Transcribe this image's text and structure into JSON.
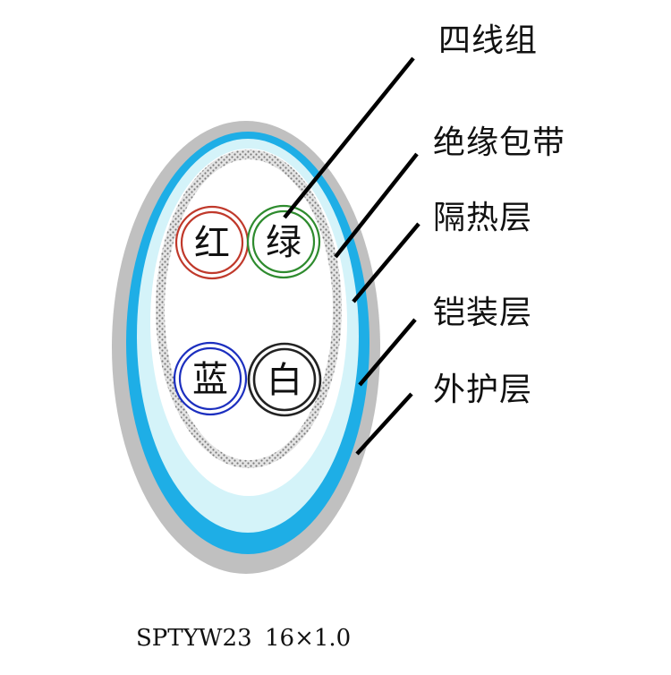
{
  "colors": {
    "outer_sheath": "#c0c0c0",
    "armor": "#1eaee6",
    "heat_insulation": "#d4f3f9",
    "wrap_tape": "#b8b8b8",
    "core_fill": "#ffffff",
    "leader_line": "#000000",
    "red": "#c0392b",
    "green": "#2e8b2e",
    "blue": "#1c2fbf",
    "white_core": "#222222"
  },
  "layer_labels": [
    {
      "id": "four-core-group",
      "text": "四线组"
    },
    {
      "id": "insulation-tape",
      "text": "绝缘包带"
    },
    {
      "id": "heat-insulation-layer",
      "text": "隔热层"
    },
    {
      "id": "armor-layer",
      "text": "铠装层"
    },
    {
      "id": "outer-sheath",
      "text": "外护层"
    }
  ],
  "cores": [
    {
      "id": "red",
      "text": "红",
      "color": "#c0392b"
    },
    {
      "id": "green",
      "text": "绿",
      "color": "#2e8b2e"
    },
    {
      "id": "blue",
      "text": "蓝",
      "color": "#1c2fbf"
    },
    {
      "id": "white",
      "text": "白",
      "color": "#222222"
    }
  ],
  "caption": {
    "model": "SPTYW23",
    "spec": "16×1.0"
  }
}
